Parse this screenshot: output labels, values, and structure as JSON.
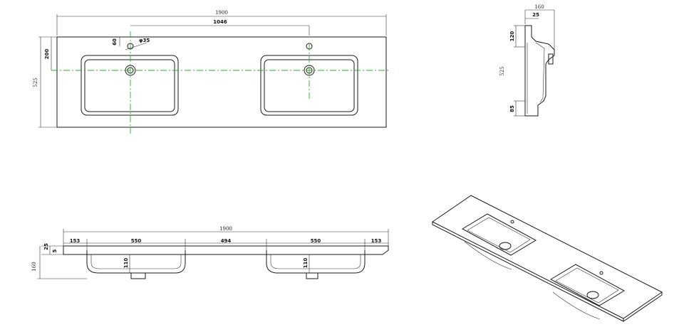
{
  "top_view": {
    "width": "1900",
    "depth": "525",
    "bowl_edge": "200",
    "tap_spacing": "1046",
    "hole_offset": "60",
    "hole_dia": "φ35"
  },
  "side_view": {
    "depth": "160",
    "lip": "25",
    "upper": "120",
    "total": "525",
    "lower": "85"
  },
  "front_view": {
    "width": "1900",
    "left_edge": "153",
    "bowl_width_left": "550",
    "gap": "494",
    "bowl_width_right": "550",
    "right_edge": "153",
    "thickness_a": "25",
    "thickness_b": "5",
    "height": "160",
    "bowl_depth_left": "110",
    "bowl_depth_right": "110"
  },
  "colors": {
    "line": "#1a1a1a",
    "centerline": "#1fb51f"
  }
}
